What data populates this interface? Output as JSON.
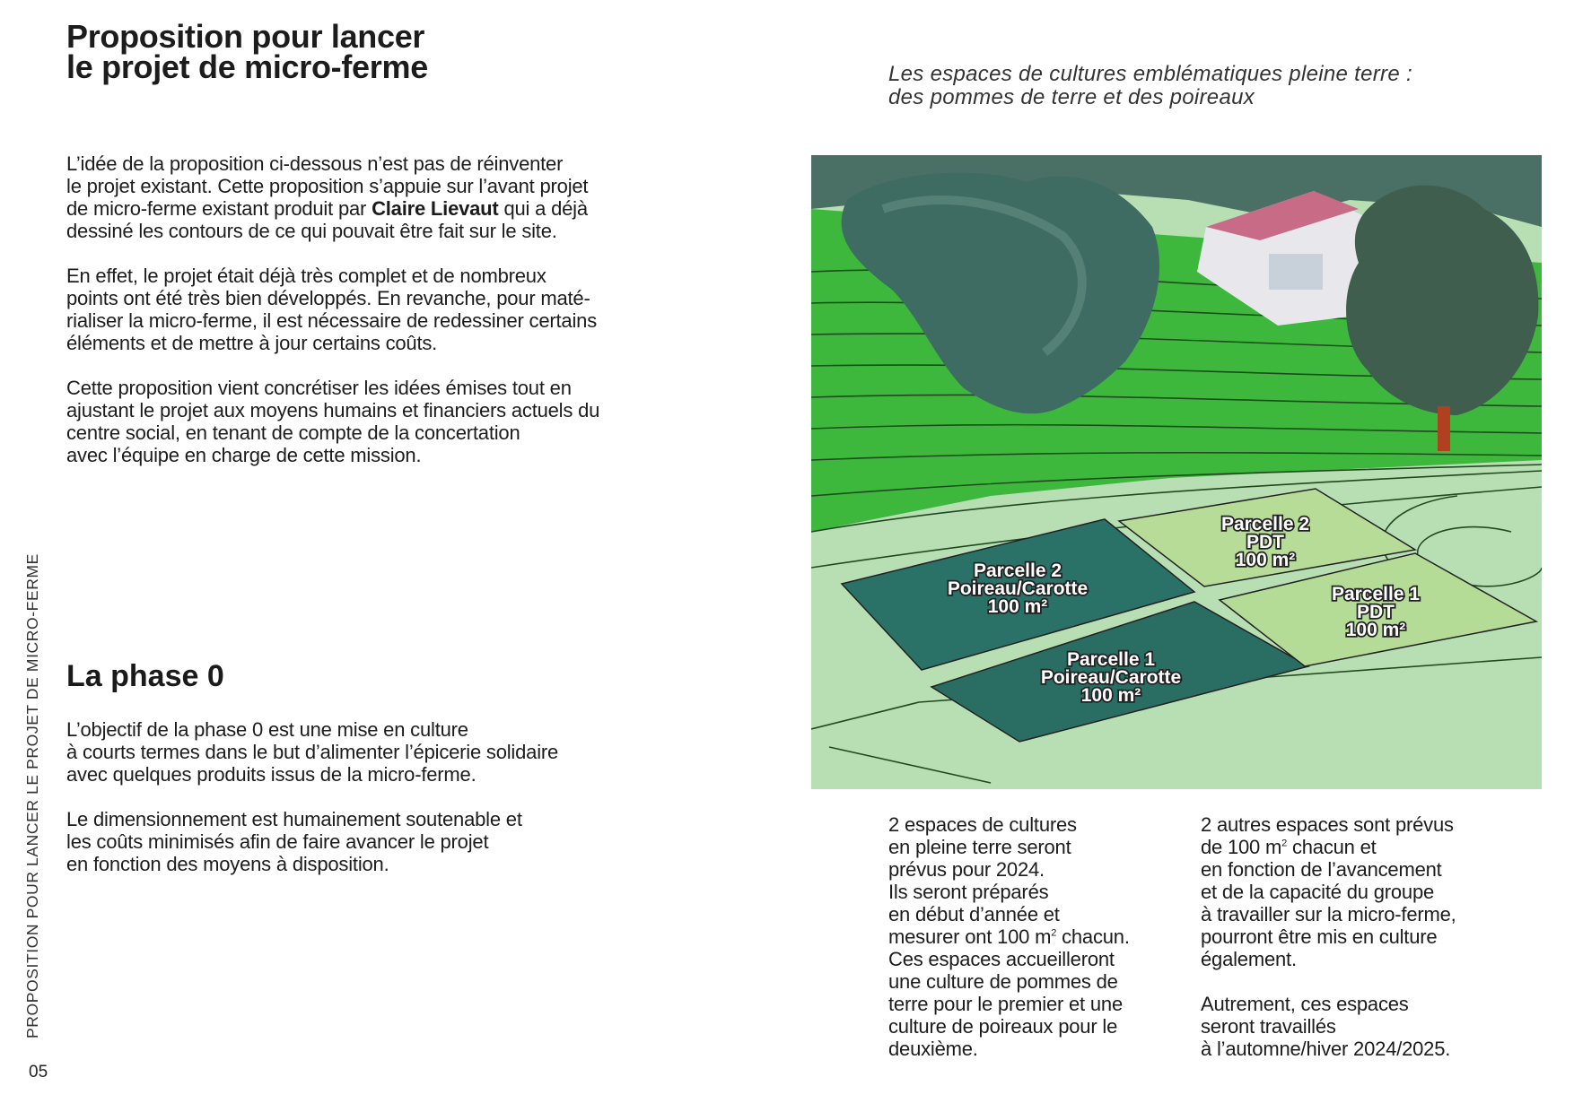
{
  "header": {
    "title_lines": [
      "Proposition pour lancer",
      "le projet de micro-ferme"
    ]
  },
  "intro": {
    "p1": {
      "line1": "L’idée de la proposition ci-dessous n’est pas de réinventer",
      "line2": "le projet existant. Cette proposition s’appuie sur l’avant projet",
      "line3_before": "de micro-ferme existant produit par ",
      "line3_bold": "Claire Lievaut",
      "line3_after": " qui a déjà",
      "line4": "dessiné les contours de ce qui pouvait être fait sur le site."
    },
    "p2": [
      "En effet, le projet était déjà très complet et de nombreux",
      "points ont été très bien développés. En revanche, pour maté-",
      "rialiser la micro-ferme, il est nécessaire de redessiner certains",
      "éléments et de mettre à jour certains coûts."
    ],
    "p3": [
      "Cette proposition vient concrétiser les idées émises tout en",
      "ajustant le projet aux moyens humains et financiers actuels du",
      "centre social, en tenant de compte de la concertation",
      "avec l’équipe en charge de cette mission."
    ]
  },
  "phase0": {
    "title": "La phase 0",
    "p1": [
      "L’objectif de la phase 0 est une mise en culture",
      "à courts termes dans le but d’alimenter l’épicerie solidaire",
      "avec quelques produits issus de la micro-ferme."
    ],
    "p2": [
      "Le dimensionnement est humainement soutenable et",
      "les coûts minimisés afin de faire avancer le projet",
      "en fonction des moyens à disposition."
    ]
  },
  "sidebar": {
    "running_title": "PROPOSITION POUR LANCER LE PROJET DE MICRO-FERME",
    "page_number": "05"
  },
  "figure": {
    "caption_lines": [
      "Les espaces de cultures emblématiques pleine terre :",
      "des pommes de terre et des poireaux"
    ],
    "parcels": [
      {
        "lines": [
          "Parcelle 2",
          "Poireau/Carotte",
          "100 m²"
        ],
        "color": "#2a7268"
      },
      {
        "lines": [
          "Parcelle 1",
          "Poireau/Carotte",
          "100 m²"
        ],
        "color": "#2a6e63"
      },
      {
        "lines": [
          "Parcelle 2",
          "PDT",
          "100 m²"
        ],
        "color": "#b7dc98"
      },
      {
        "lines": [
          "Parcelle 1",
          "PDT",
          "100 m²"
        ],
        "color": "#b5dc96"
      }
    ]
  },
  "columns": {
    "left": {
      "l1": "2 espaces de cultures",
      "l2": "en pleine terre seront",
      "l3": "prévus pour 2024.",
      "l4": "Ils seront préparés",
      "l5": "en début d’année et",
      "l6_before": "mesurer ont 100 m",
      "l6_sup": "2",
      "l6_after": " chacun.",
      "l7": "Ces espaces accueilleront",
      "l8": "une culture de pommes de",
      "l9": "terre pour le premier et une",
      "l10": "culture de poireaux pour le",
      "l11": "deuxième."
    },
    "right": {
      "l1": "2 autres espaces sont prévus",
      "l2_before": "de 100 m",
      "l2_sup": "2",
      "l2_after": " chacun et",
      "l3": "en fonction de l’avancement",
      "l4": "et de la capacité du groupe",
      "l5": "à travailler sur la micro-ferme,",
      "l6": "pourront être mis en culture",
      "l7": "également.",
      "p2": [
        "Autrement, ces espaces",
        "seront travaillés",
        "à l’automne/hiver 2024/2025."
      ]
    }
  }
}
